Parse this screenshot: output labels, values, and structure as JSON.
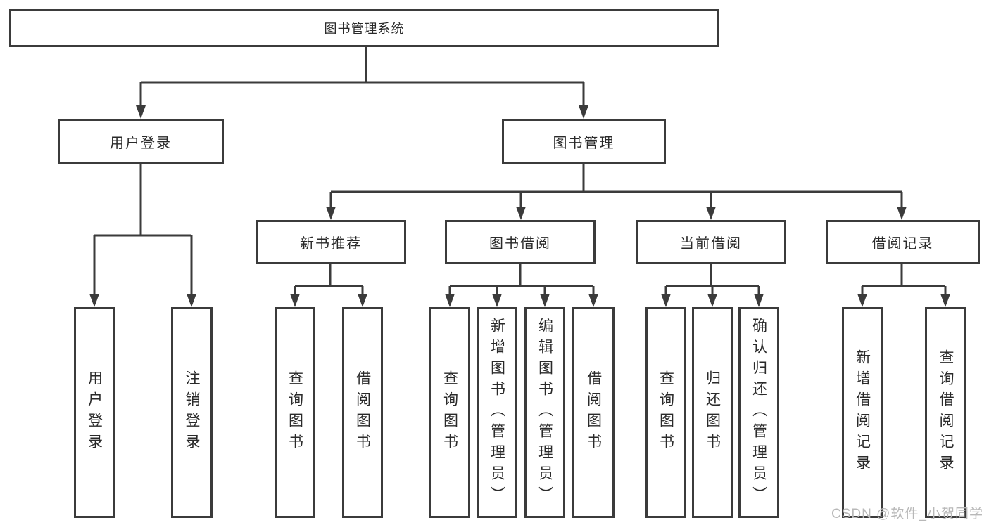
{
  "diagram": {
    "root": {
      "label": "图书管理系统"
    },
    "level2": [
      {
        "id": "user-login",
        "label": "用户登录"
      },
      {
        "id": "book-management",
        "label": "图书管理"
      }
    ],
    "level3": [
      {
        "id": "new-book-recommend",
        "parent": "book-management",
        "label": "新书推荐"
      },
      {
        "id": "book-borrowing",
        "parent": "book-management",
        "label": "图书借阅"
      },
      {
        "id": "current-borrowing",
        "parent": "book-management",
        "label": "当前借阅"
      },
      {
        "id": "borrowing-records",
        "parent": "book-management",
        "label": "借阅记录"
      }
    ],
    "leaves": [
      {
        "parent": "user-login",
        "label": "用户登录"
      },
      {
        "parent": "user-login",
        "label": "注销登录"
      },
      {
        "parent": "new-book-recommend",
        "label": "查询图书"
      },
      {
        "parent": "new-book-recommend",
        "label": "借阅图书"
      },
      {
        "parent": "book-borrowing",
        "label": "查询图书"
      },
      {
        "parent": "book-borrowing",
        "label": "新增图书（管理员）"
      },
      {
        "parent": "book-borrowing",
        "label": "编辑图书（管理员）"
      },
      {
        "parent": "book-borrowing",
        "label": "借阅图书"
      },
      {
        "parent": "current-borrowing",
        "label": "查询图书"
      },
      {
        "parent": "current-borrowing",
        "label": "归还图书"
      },
      {
        "parent": "current-borrowing",
        "label": "确认归还（管理员）"
      },
      {
        "parent": "borrowing-records",
        "label": "新增借阅记录"
      },
      {
        "parent": "borrowing-records",
        "label": "查询借阅记录"
      }
    ],
    "watermark": "CSDN @软件_小贺同学",
    "colors": {
      "line": "#3b3b3b",
      "text": "#2a2a2a",
      "background": "#ffffff",
      "watermark": "#b8b8b8"
    }
  }
}
